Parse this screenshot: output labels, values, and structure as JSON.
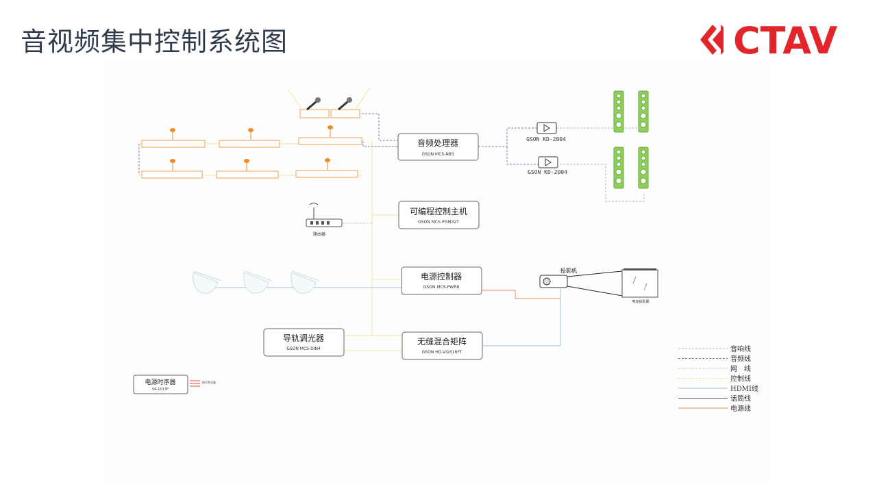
{
  "title": "音视频集中控制系统图",
  "logo": {
    "text": "CTAV",
    "color": "#e2242b"
  },
  "devices": {
    "audio_processor": {
      "name": "音频处理器",
      "model": "GSON MCS-N8S"
    },
    "control_host": {
      "name": "可编程控制主机",
      "model": "GSON MCS-PGM32T"
    },
    "power_controller": {
      "name": "电源控制器",
      "model": "GSON MCS-PWR8"
    },
    "matrix": {
      "name": "无缝混合矩阵",
      "model": "GSON HD-VI1616FT"
    },
    "dimmer": {
      "name": "导轨调光器",
      "model": "GSON MCS-DIN4"
    },
    "sequencer": {
      "name": "电源时序器",
      "model": "SR-1013F"
    },
    "router": {
      "name": "路由器"
    },
    "projector": {
      "name": "投影机"
    },
    "screen": {
      "name": "电动投影幕"
    },
    "amp1": {
      "model": "GSON KD-2004"
    },
    "amp2": {
      "model": "GSON KD-2004"
    },
    "sequencer_output": "接功率设备"
  },
  "legend": [
    {
      "label": "音响线",
      "color": "#c9a8d9",
      "style": "dashed"
    },
    {
      "label": "音频线",
      "color": "#7d7dc6",
      "style": "dashed"
    },
    {
      "label": "网　线",
      "color": "#e2c3c3",
      "style": "dashed"
    },
    {
      "label": "控制线",
      "color": "#f2e89a",
      "style": "dashed"
    },
    {
      "label": "HDMI线",
      "color": "#9fc4dd",
      "style": "solid"
    },
    {
      "label": "话筒线",
      "color": "#555555",
      "style": "solid"
    },
    {
      "label": "电源线",
      "color": "#e58a6b",
      "style": "solid"
    }
  ],
  "colors": {
    "mic_accent": "#f08a24",
    "speaker_green": "#8cd05a",
    "camera": "#c7dde4",
    "box_border": "#666666"
  }
}
